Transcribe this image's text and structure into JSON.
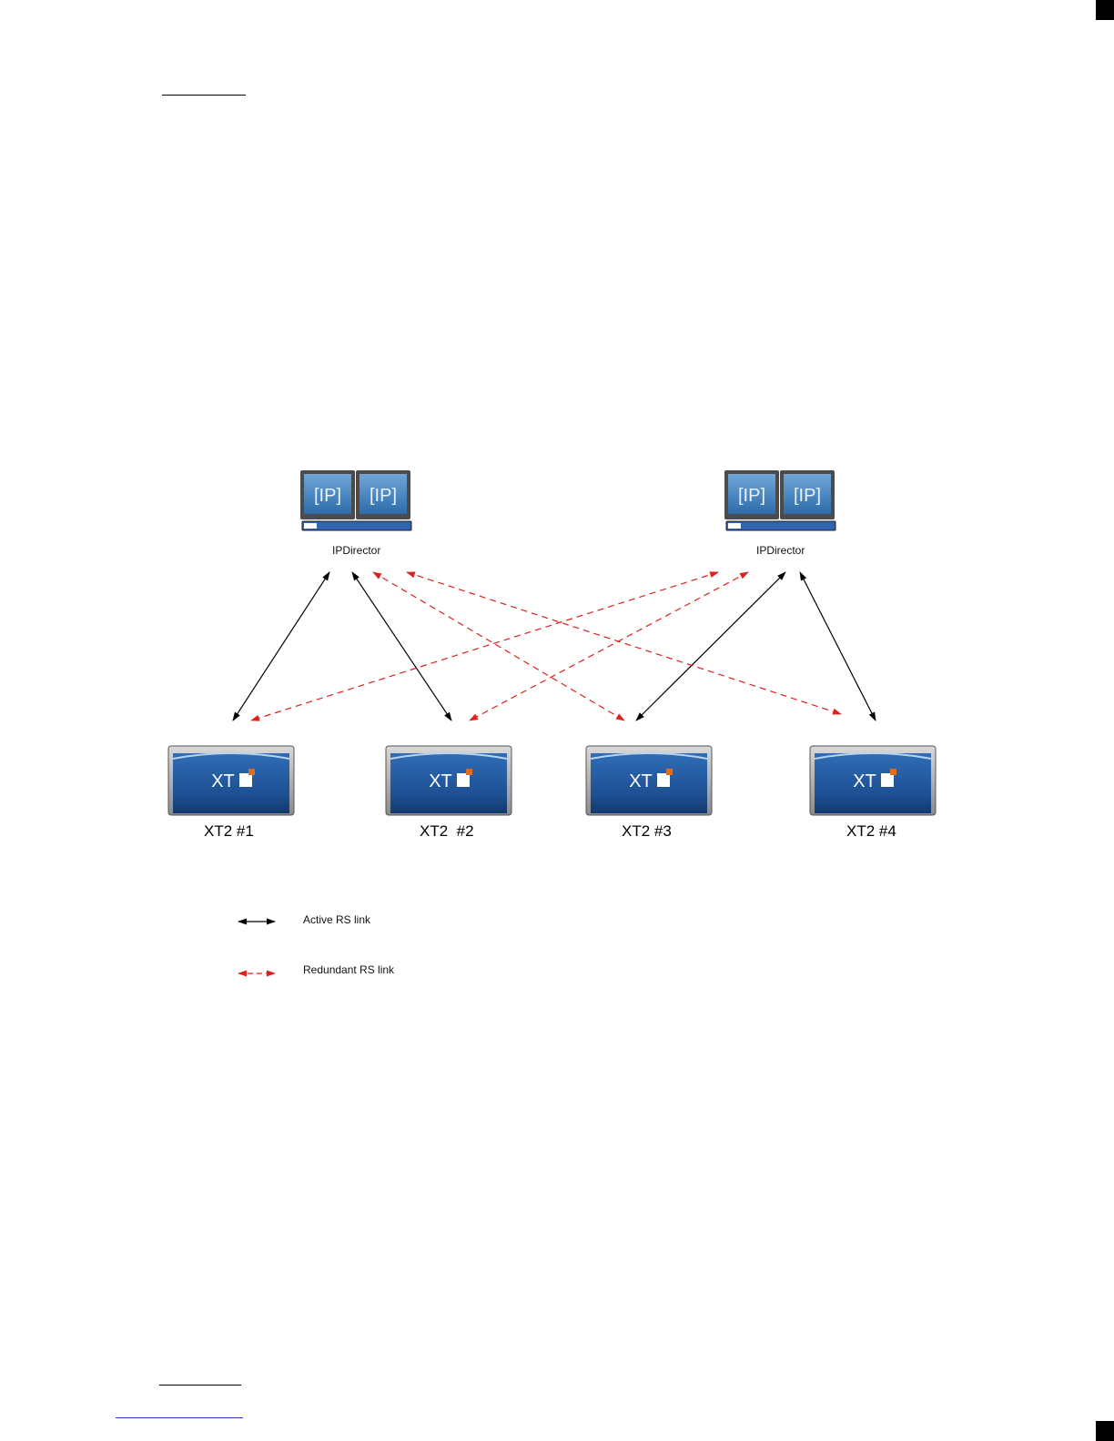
{
  "colors": {
    "active_link": "#000000",
    "redundant_link": "#e0201a",
    "device_blue": "#1d4f93",
    "device_frame": "#9a9a9a",
    "logo_orange": "#e06d1e"
  },
  "nodes": {
    "ipdirectors": [
      {
        "label": "IPDirector",
        "screen_text": "IP"
      },
      {
        "label": "IPDirector",
        "screen_text": "IP"
      }
    ],
    "servers": [
      {
        "label": "XT2 #1",
        "logo": "XT"
      },
      {
        "label": "XT2  #2",
        "logo": "XT"
      },
      {
        "label": "XT2 #3",
        "logo": "XT"
      },
      {
        "label": "XT2 #4",
        "logo": "XT"
      }
    ]
  },
  "links": {
    "active": [
      {
        "from": "ipdirector-1",
        "to": "xt2-1"
      },
      {
        "from": "ipdirector-1",
        "to": "xt2-2"
      },
      {
        "from": "ipdirector-2",
        "to": "xt2-3"
      },
      {
        "from": "ipdirector-2",
        "to": "xt2-4"
      }
    ],
    "redundant": [
      {
        "from": "ipdirector-2",
        "to": "xt2-1"
      },
      {
        "from": "ipdirector-2",
        "to": "xt2-2"
      },
      {
        "from": "ipdirector-1",
        "to": "xt2-3"
      },
      {
        "from": "ipdirector-1",
        "to": "xt2-4"
      }
    ]
  },
  "legend": {
    "active_label": "Active RS link",
    "redundant_label": "Redundant RS link"
  }
}
